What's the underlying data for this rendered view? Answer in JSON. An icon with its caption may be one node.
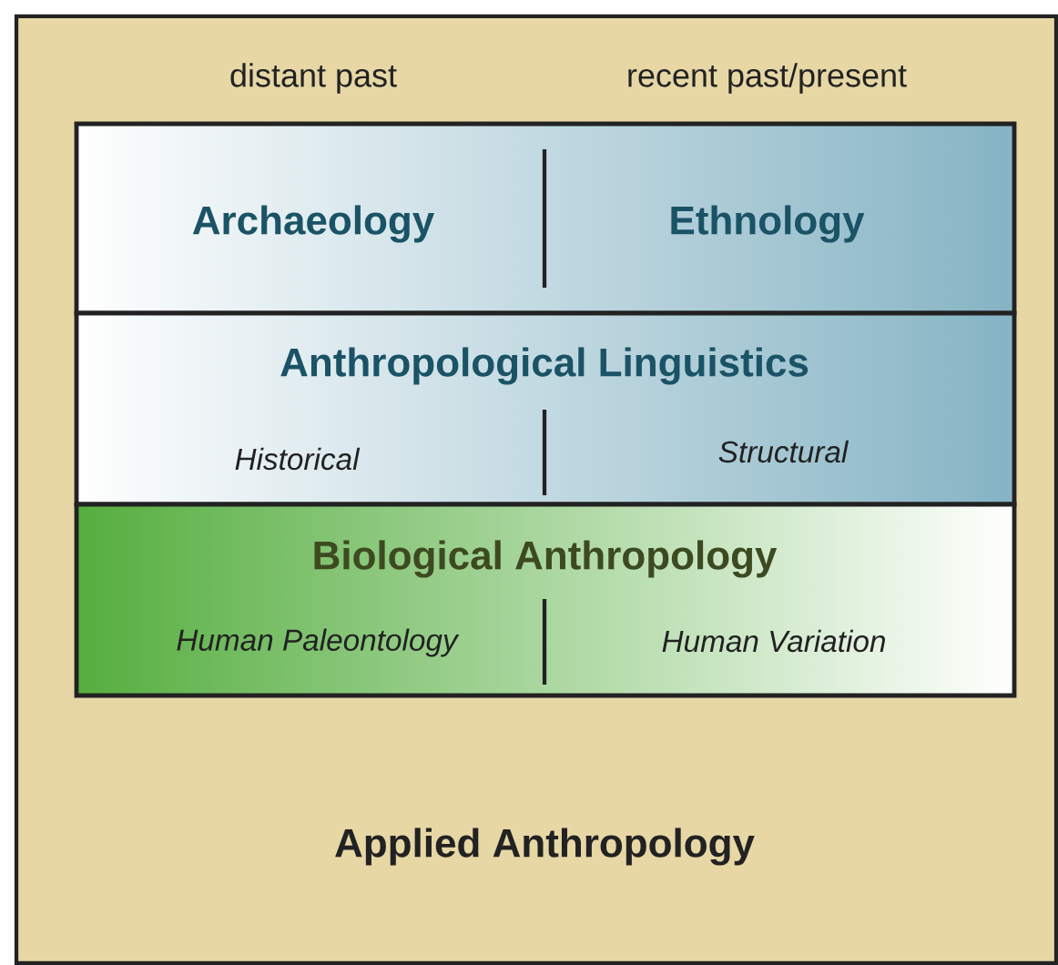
{
  "diagram": {
    "nodes": [
      {
        "text": [
          "Applied Anthropology"
        ]
      },
      {
        "text": [
          "Archaeology",
          "Ethnology"
        ],
        "in": 0
      },
      {
        "text": [
          "Anthropological Linguistics",
          "Historical",
          "Structural"
        ],
        "in": 0
      },
      {
        "text": [
          "Biological Anthropology",
          "Human Paleontology",
          "Human Variation"
        ],
        "in": 0
      }
    ],
    "labels": [
      "distant past",
      "recent past/present"
    ]
  }
}
